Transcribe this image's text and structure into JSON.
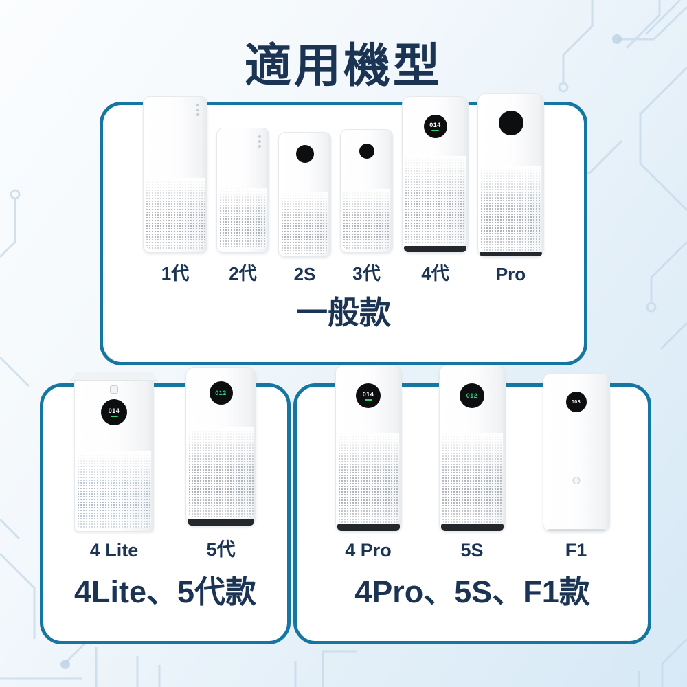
{
  "title": "適用機型",
  "colors": {
    "panel_border_teal": "#1577A1",
    "text_navy": "#1B3454",
    "background_tint": "#D6E9F6",
    "display_green": "#35D07F",
    "display_black": "#0D0E10"
  },
  "icons": {
    "sensor-circle-icon": "●",
    "device-display-icon": "●",
    "indicator-dots-icon": "⋮",
    "mijia-logo-icon": "▢",
    "circuit-pattern": "decorative circuit traces"
  },
  "general": {
    "caption": "一般款",
    "products": [
      {
        "label": "1代"
      },
      {
        "label": "2代"
      },
      {
        "label": "2S"
      },
      {
        "label": "3代"
      },
      {
        "label": "4代",
        "display": "014"
      },
      {
        "label": "Pro"
      }
    ]
  },
  "lite5": {
    "caption": "4Lite、5代款",
    "products": [
      {
        "label": "4 Lite",
        "display": "014"
      },
      {
        "label": "5代",
        "display": "012"
      }
    ]
  },
  "pro5s": {
    "caption": "4Pro、5S、F1款",
    "products": [
      {
        "label": "4 Pro",
        "display": "014"
      },
      {
        "label": "5S",
        "display": "012"
      },
      {
        "label": "F1",
        "display": "008"
      }
    ]
  }
}
